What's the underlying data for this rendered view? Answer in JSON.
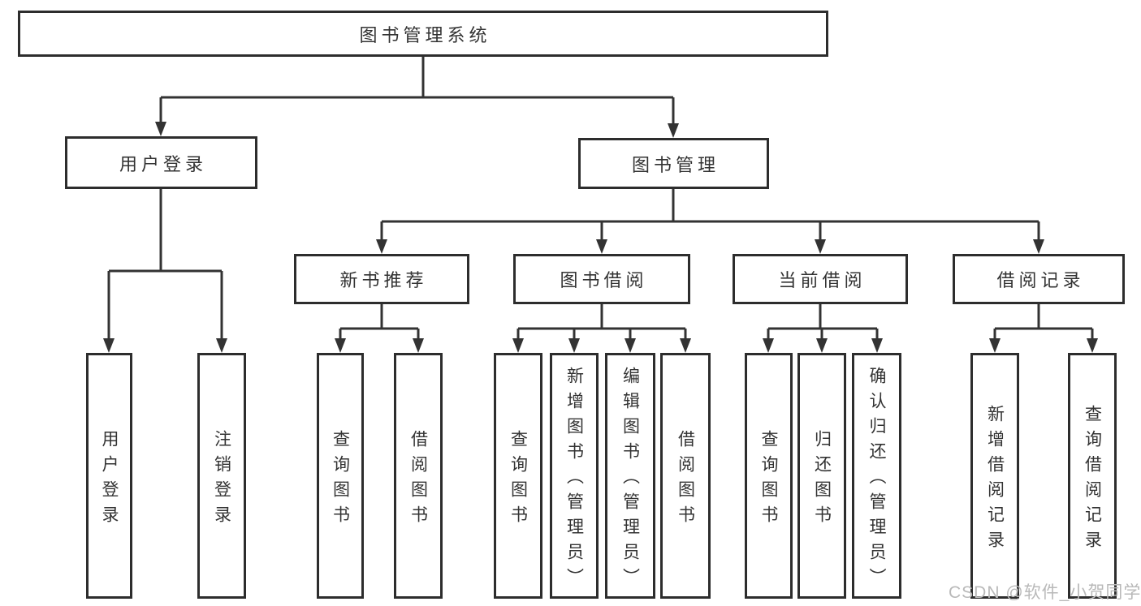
{
  "watermark": "CSDN @软件_小贺同学",
  "colors": {
    "line": "#333333",
    "box_border": "#2d2d2d",
    "box_fill": "#ffffff",
    "text": "#333333",
    "watermark": "#b9b9b9",
    "background": "#ffffff"
  },
  "tree": {
    "label": "图书管理系统",
    "children": [
      {
        "label": "用户登录",
        "children": [
          {
            "label": "用户登录"
          },
          {
            "label": "注销登录"
          }
        ]
      },
      {
        "label": "图书管理",
        "children": [
          {
            "label": "新书推荐",
            "children": [
              {
                "label": "查询图书"
              },
              {
                "label": "借阅图书"
              }
            ]
          },
          {
            "label": "图书借阅",
            "children": [
              {
                "label": "查询图书"
              },
              {
                "label": "新增图书（管理员）"
              },
              {
                "label": "编辑图书（管理员）"
              },
              {
                "label": "借阅图书"
              }
            ]
          },
          {
            "label": "当前借阅",
            "children": [
              {
                "label": "查询图书"
              },
              {
                "label": "归还图书"
              },
              {
                "label": "确认归还（管理员）"
              }
            ]
          },
          {
            "label": "借阅记录",
            "children": [
              {
                "label": "新增借阅记录"
              },
              {
                "label": "查询借阅记录"
              }
            ]
          }
        ]
      }
    ]
  }
}
